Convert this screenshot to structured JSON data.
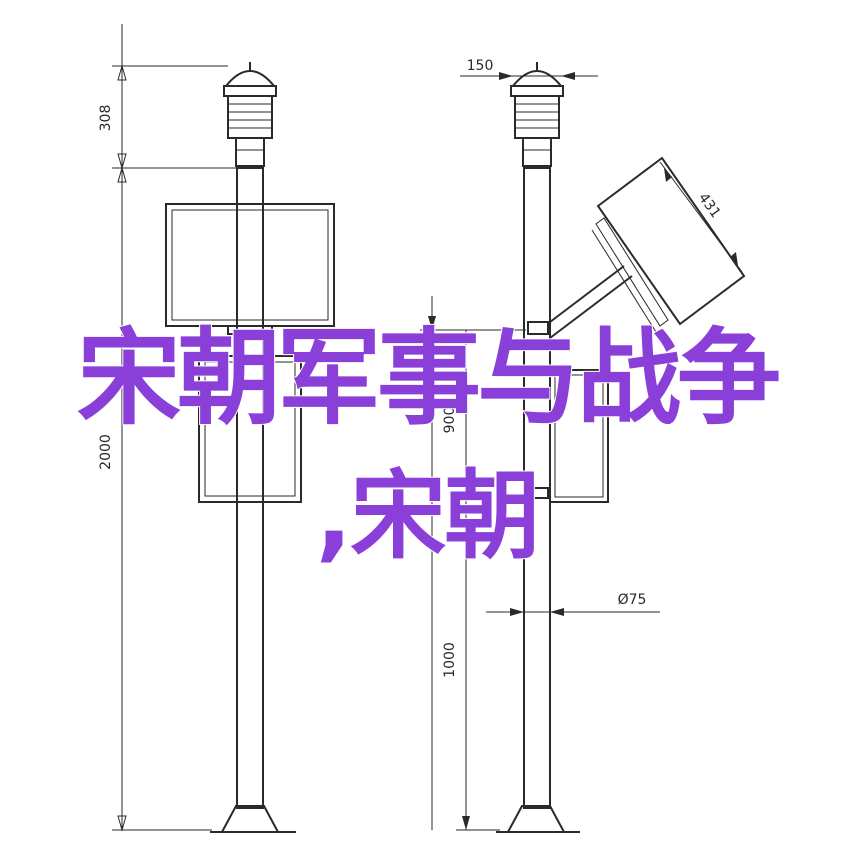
{
  "overlay": {
    "line1": "宋朝军事与战争",
    "line2": ",宋朝",
    "color": "#8b3fd9"
  },
  "dimensions": {
    "height_top": "308",
    "height_total": "2000",
    "width_top": "150",
    "panel_side": "431",
    "arm_height": "900",
    "pole_diameter": "Ø75",
    "height_lower": "1000"
  }
}
